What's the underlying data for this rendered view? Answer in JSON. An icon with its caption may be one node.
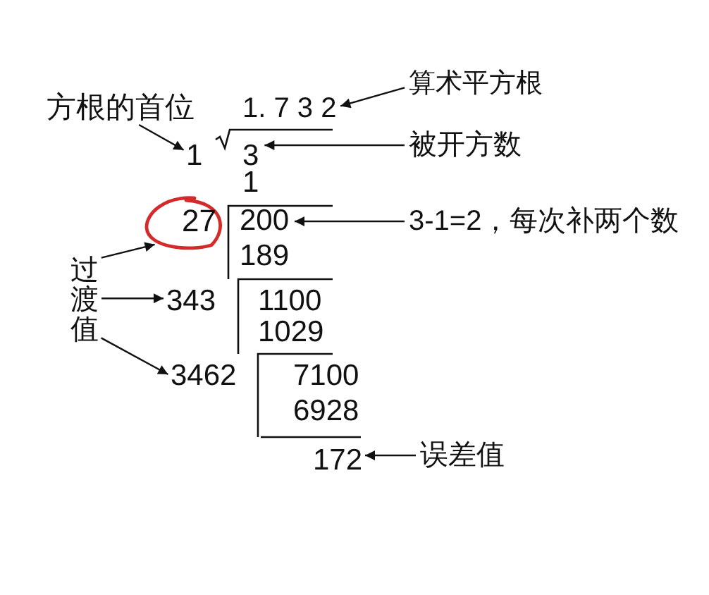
{
  "diagram": {
    "nodes": [
      {
        "text": [
          "算术平方根"
        ]
      },
      {
        "text": [
          "1. 7 3 2"
        ]
      },
      {
        "text": [
          "方根的首位"
        ]
      },
      {
        "text": [
          "1"
        ]
      },
      {
        "text": [
          "3"
        ]
      },
      {
        "text": [
          "被开方数"
        ]
      },
      {
        "text": [
          "27"
        ]
      },
      {
        "text": [
          "200"
        ]
      },
      {
        "text": [
          "3-1=2，每次补两个数"
        ]
      },
      {
        "text": [
          "过渡值"
        ]
      },
      {
        "text": [
          "343"
        ]
      },
      {
        "text": [
          "3462"
        ]
      },
      {
        "text": [
          "172"
        ]
      },
      {
        "text": [
          "误差值"
        ]
      }
    ],
    "edges": [
      {
        "from": 0,
        "to": 1,
        "arrow": "to"
      },
      {
        "from": 2,
        "to": 3,
        "arrow": "to"
      },
      {
        "from": 5,
        "to": 4,
        "arrow": "to"
      },
      {
        "from": 8,
        "to": 7,
        "arrow": "to"
      },
      {
        "from": 9,
        "to": 6,
        "arrow": "to"
      },
      {
        "from": 9,
        "to": 10,
        "arrow": "to"
      },
      {
        "from": 9,
        "to": 11,
        "arrow": "to"
      },
      {
        "from": 13,
        "to": 12,
        "arrow": "to"
      }
    ],
    "labels": [
      "1",
      "189",
      "1100",
      "1029",
      "7100",
      "6928"
    ]
  }
}
